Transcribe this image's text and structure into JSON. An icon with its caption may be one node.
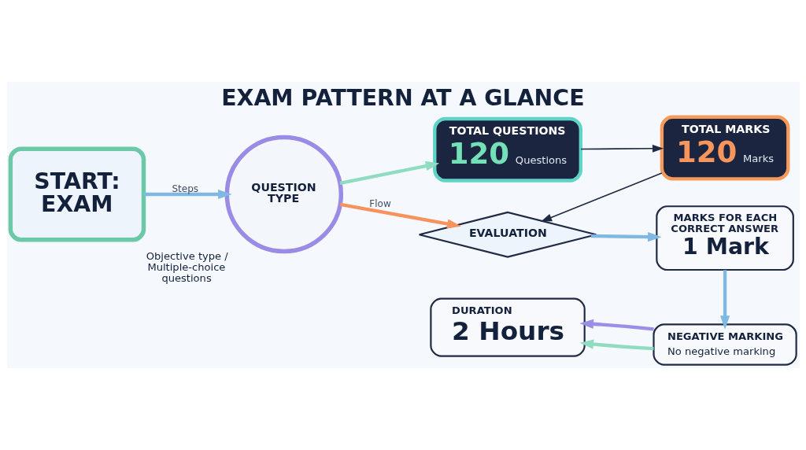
{
  "diagram": {
    "title": "EXAM PATTERN AT A GLANCE",
    "nodes": [
      {
        "text": [
          "START: EXAM"
        ]
      },
      {
        "text": [
          "QUESTION TYPE"
        ],
        "beside": [
          "Objective type / Multiple-choice questions"
        ]
      },
      {
        "text": [
          "TOTAL QUESTIONS",
          "120",
          "Questions"
        ]
      },
      {
        "text": [
          "TOTAL MARKS",
          "120",
          "Marks"
        ]
      },
      {
        "text": [
          "EVALUATION"
        ]
      },
      {
        "text": [
          "MARKS FOR EACH CORRECT ANSWER",
          "1 Mark"
        ]
      },
      {
        "text": [
          "NEGATIVE MARKING",
          "No negative marking"
        ]
      },
      {
        "text": [
          "DURATION",
          "2 Hours"
        ]
      }
    ],
    "edges": [
      {
        "from": 0,
        "to": 1,
        "arrow": "to",
        "label": "Steps"
      },
      {
        "from": 1,
        "to": 2,
        "arrow": "to",
        "color": "#8fdcc0"
      },
      {
        "from": 2,
        "to": 3,
        "arrow": "to",
        "color": "#1f2a44"
      },
      {
        "from": 3,
        "to": 4,
        "arrow": "to",
        "color": "#1f2a44"
      },
      {
        "from": 1,
        "to": 4,
        "arrow": "to",
        "label": "Flow",
        "color": "#f7925c"
      },
      {
        "from": 4,
        "to": 5,
        "arrow": "to"
      },
      {
        "from": 5,
        "to": 6,
        "arrow": "to"
      },
      {
        "from": 6,
        "to": 7,
        "arrow": "to",
        "color": "#8fdcc0"
      },
      {
        "from": 6,
        "to": 7,
        "arrow": "to",
        "color": "#9b8ee6"
      }
    ]
  }
}
